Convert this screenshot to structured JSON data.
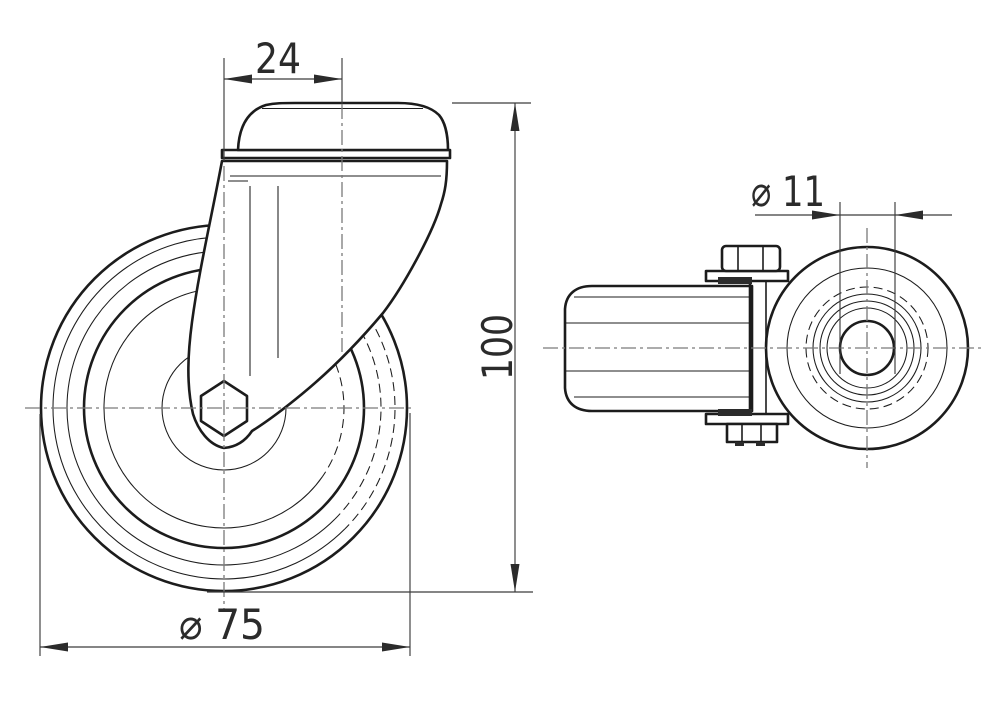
{
  "colors": {
    "background": "#ffffff",
    "line": "#1c1c1c",
    "centerline": "#7a7a7a",
    "dimension": "#3c3c3c"
  },
  "dimensions": {
    "swivel_offset": "24",
    "overall_height": "100",
    "wheel_diameter": "⌀ 75",
    "bolt_hole_diameter": "⌀ 11"
  }
}
